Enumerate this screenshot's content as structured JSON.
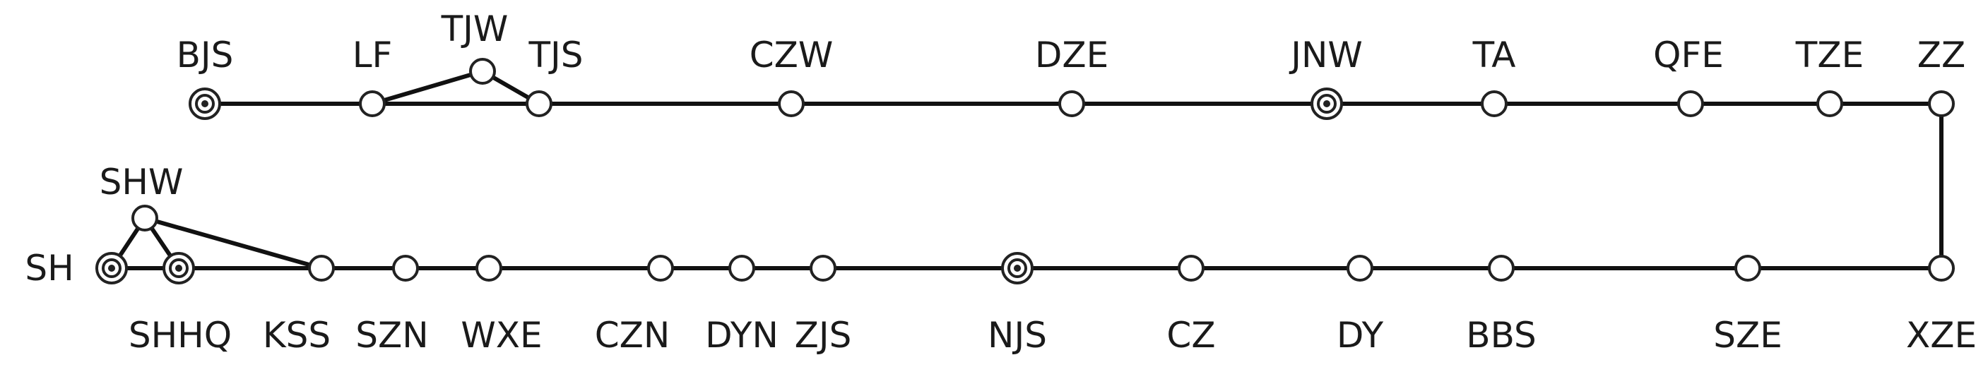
{
  "stations": [
    {
      "id": "BJS",
      "label": "BJS",
      "major": true
    },
    {
      "id": "LF",
      "label": "LF",
      "major": false
    },
    {
      "id": "TJW",
      "label": "TJW",
      "major": false
    },
    {
      "id": "TJS",
      "label": "TJS",
      "major": false
    },
    {
      "id": "CZW",
      "label": "CZW",
      "major": false
    },
    {
      "id": "DZE",
      "label": "DZE",
      "major": false
    },
    {
      "id": "JNW",
      "label": "JNW",
      "major": true
    },
    {
      "id": "TA",
      "label": "TA",
      "major": false
    },
    {
      "id": "QFE",
      "label": "QFE",
      "major": false
    },
    {
      "id": "TZE",
      "label": "TZE",
      "major": false
    },
    {
      "id": "ZZ",
      "label": "ZZ",
      "major": false
    },
    {
      "id": "XZE",
      "label": "XZE",
      "major": false
    },
    {
      "id": "SZE",
      "label": "SZE",
      "major": false
    },
    {
      "id": "BBS",
      "label": "BBS",
      "major": false
    },
    {
      "id": "DY",
      "label": "DY",
      "major": false
    },
    {
      "id": "CZ",
      "label": "CZ",
      "major": false
    },
    {
      "id": "NJS",
      "label": "NJS",
      "major": true
    },
    {
      "id": "ZJS",
      "label": "ZJS",
      "major": false
    },
    {
      "id": "DYN",
      "label": "DYN",
      "major": false
    },
    {
      "id": "CZN",
      "label": "CZN",
      "major": false
    },
    {
      "id": "WXE",
      "label": "WXE",
      "major": false
    },
    {
      "id": "SZN",
      "label": "SZN",
      "major": false
    },
    {
      "id": "KSS",
      "label": "KSS",
      "major": false
    },
    {
      "id": "SHHQ",
      "label": "SHHQ",
      "major": true
    },
    {
      "id": "SHW",
      "label": "SHW",
      "major": false
    },
    {
      "id": "SH",
      "label": "SH",
      "major": true
    }
  ],
  "connections": [
    [
      "BJS",
      "LF"
    ],
    [
      "LF",
      "TJS"
    ],
    [
      "LF",
      "TJW"
    ],
    [
      "TJW",
      "TJS"
    ],
    [
      "TJS",
      "CZW"
    ],
    [
      "CZW",
      "DZE"
    ],
    [
      "DZE",
      "JNW"
    ],
    [
      "JNW",
      "TA"
    ],
    [
      "TA",
      "QFE"
    ],
    [
      "QFE",
      "TZE"
    ],
    [
      "TZE",
      "ZZ"
    ],
    [
      "ZZ",
      "XZE"
    ],
    [
      "XZE",
      "SZE"
    ],
    [
      "SZE",
      "BBS"
    ],
    [
      "BBS",
      "DY"
    ],
    [
      "DY",
      "CZ"
    ],
    [
      "CZ",
      "NJS"
    ],
    [
      "NJS",
      "ZJS"
    ],
    [
      "ZJS",
      "DYN"
    ],
    [
      "DYN",
      "CZN"
    ],
    [
      "CZN",
      "WXE"
    ],
    [
      "WXE",
      "SZN"
    ],
    [
      "SZN",
      "KSS"
    ],
    [
      "KSS",
      "SHHQ"
    ],
    [
      "KSS",
      "SHW"
    ],
    [
      "SHW",
      "SH"
    ],
    [
      "SHW",
      "SHHQ"
    ],
    [
      "SHHQ",
      "SH"
    ]
  ]
}
